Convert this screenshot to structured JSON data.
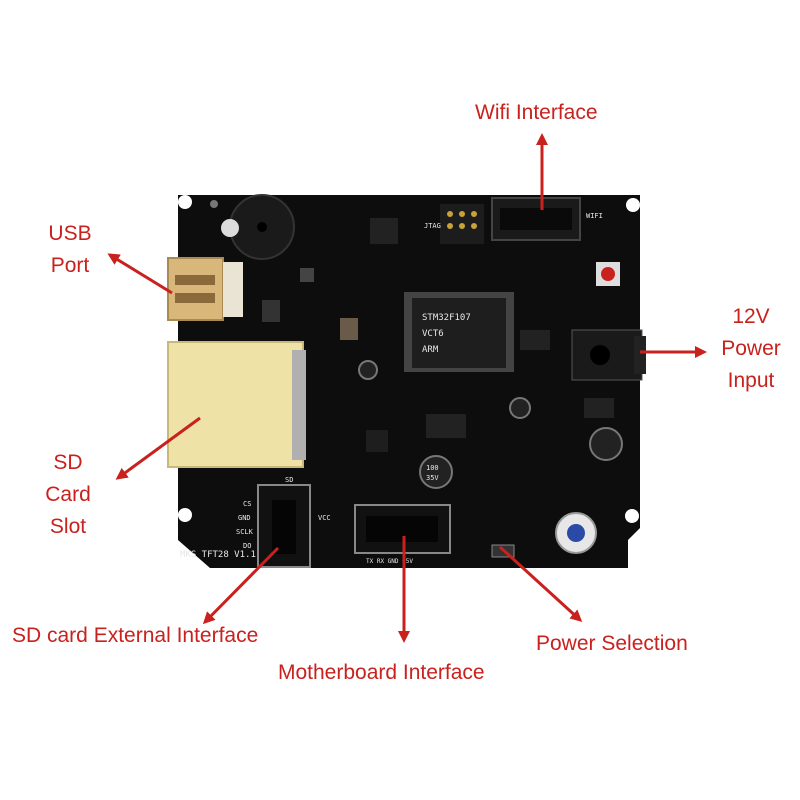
{
  "diagram": {
    "colors": {
      "label": "#c9211e",
      "board": "#0d0d0d",
      "sd_card": "#efe2a6",
      "usb_port": "#d9b77a"
    },
    "callouts": {
      "wifi": "Wifi Interface",
      "usb_line1": "USB",
      "usb_line2": "Port",
      "power_line1": "12V",
      "power_line2": "Power",
      "power_line3": "Input",
      "sd_line1": "SD",
      "sd_line2": "Card",
      "sd_line3": "Slot",
      "sd_external": "SD card External Interface",
      "motherboard": "Motherboard Interface",
      "power_selection": "Power Selection"
    },
    "board": {
      "model_label": "MKS TFT28 V1.1",
      "chip_label_1": "STM32F107",
      "chip_label_2": "VCT6",
      "chip_label_3": "ARM",
      "silk_jtag": "JTAG",
      "silk_wifi": "WIFI",
      "silk_sd": "SD",
      "silk_cs": "CS",
      "silk_gnd": "GND",
      "silk_sclk": "SCLK",
      "silk_do": "DO",
      "silk_vcc": "VCC",
      "silk_motherboard_pins": "TX RX GND +5V",
      "cap_label_1": "100",
      "cap_label_2": "35V"
    }
  }
}
